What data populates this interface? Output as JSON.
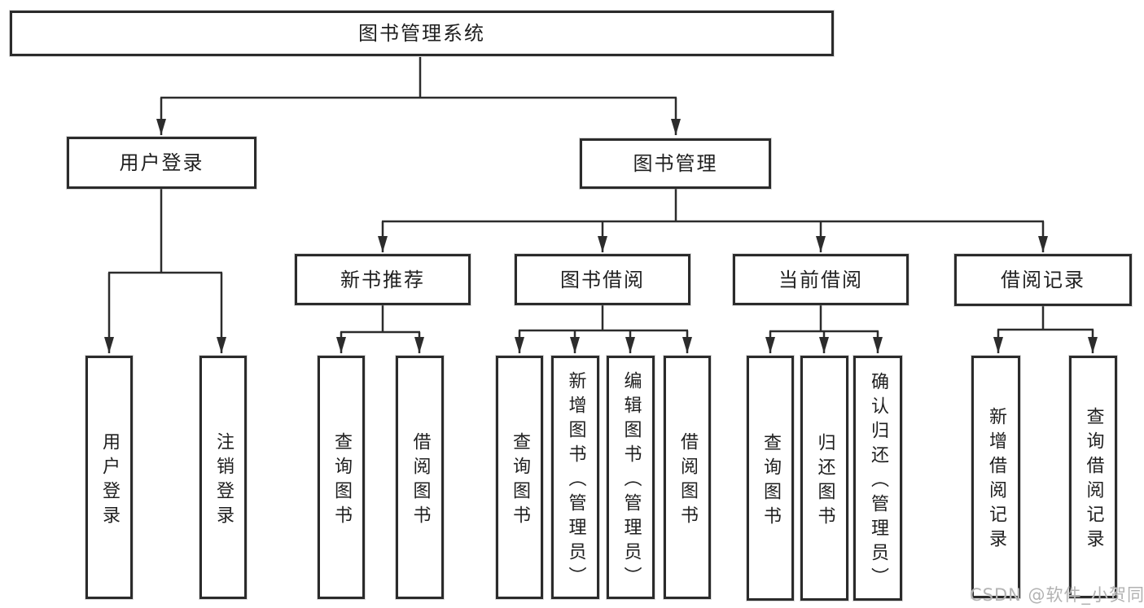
{
  "colors": {
    "background": "#ffffff",
    "line": "#2c2c2c",
    "box_border": "#2b2b2b",
    "text": "#1f1f1f",
    "watermark": "#b2b2b2"
  },
  "watermark": "CSDN @软件_小贺同学",
  "tree": {
    "root": "图书管理系统",
    "branches": [
      {
        "label": "用户登录",
        "children": [
          "用户登录",
          "注销登录"
        ]
      },
      {
        "label": "图书管理",
        "groups": [
          {
            "label": "新书推荐",
            "children": [
              "查询图书",
              "借阅图书"
            ]
          },
          {
            "label": "图书借阅",
            "children": [
              "查询图书",
              "新增图书（管理员）",
              "编辑图书（管理员）",
              "借阅图书"
            ]
          },
          {
            "label": "当前借阅",
            "children": [
              "查询图书",
              "归还图书",
              "确认归还（管理员）"
            ]
          },
          {
            "label": "借阅记录",
            "children": [
              "新增借阅记录",
              "查询借阅记录"
            ]
          }
        ]
      }
    ]
  }
}
